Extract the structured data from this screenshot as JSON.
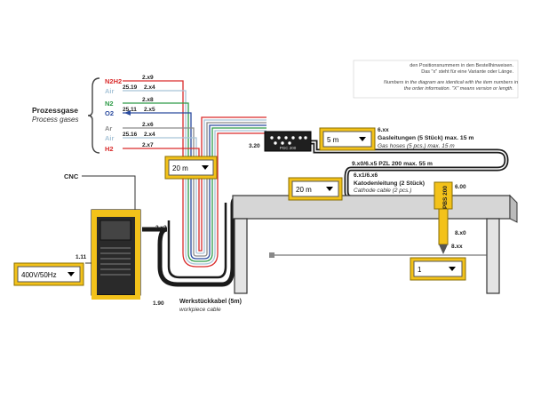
{
  "note": {
    "line1": "den Positionsnummern in den Bestellhinweisen.",
    "line2": "Das \"x\" steht für eine Variante oder Länge.",
    "line3": "Numbers in the diagram are identical with the item numbers in",
    "line4": "the order information. \"X\" means version or length."
  },
  "process_gases": {
    "title_de": "Prozessgase",
    "title_en": "Process gases",
    "gases": [
      {
        "name": "N2H2",
        "color": "#d92b2b",
        "code": "2.x9",
        "code2": ""
      },
      {
        "name": "Air",
        "color": "#a8c4d8",
        "code": "2.x4",
        "code2": "25.19"
      },
      {
        "name": "N2",
        "color": "#2e9b47",
        "code": "2.x8",
        "code2": ""
      },
      {
        "name": "O2",
        "color": "#2a4a9e",
        "code": "2.x5",
        "code2": "25.11"
      },
      {
        "name": "Ar",
        "color": "#8a8a8a",
        "code": "2.x6",
        "code2": ""
      },
      {
        "name": "Air",
        "color": "#a8c4d8",
        "code": "2.x4",
        "code2": "25.16"
      },
      {
        "name": "H2",
        "color": "#d92b2b",
        "code": "2.x7",
        "code2": ""
      }
    ]
  },
  "labels": {
    "cnc": "CNC",
    "code_111": "1.11",
    "code_190": "1.90",
    "code_2x2": "2.x2",
    "code_320": "3.20",
    "pgc": "PGC 200",
    "code_6xx": "6.xx",
    "gas_hoses_de": "Gasleitungen (5 Stück) max. 15 m",
    "gas_hoses_en": "Gas hoses (5 pcs.) max. 15 m",
    "pzl": "9.x0/6.x5 PZL 200 max. 55 m",
    "code_6x1": "6.x1/6.x6",
    "cathode_de": "Katodenleitung (2 Stück)",
    "cathode_en": "Cathode cable (2 pcs.)",
    "code_600": "6.00",
    "code_8x0": "8.x0",
    "code_8xx": "8.xx",
    "torch": "PBS 200",
    "workpiece_de": "Werkstückkabel (5m)",
    "workpiece_en": "workpiece cable"
  },
  "selects": {
    "main_voltage": "400V/50Hz",
    "hose_length": "20 m",
    "gas_hose_length": "5 m",
    "pzl_length": "20 m",
    "torch_count": "1"
  },
  "colors": {
    "accent_yellow": "#f3c21a",
    "cable": "#1a1a1a",
    "machine_gray": "#d6d6d6"
  }
}
